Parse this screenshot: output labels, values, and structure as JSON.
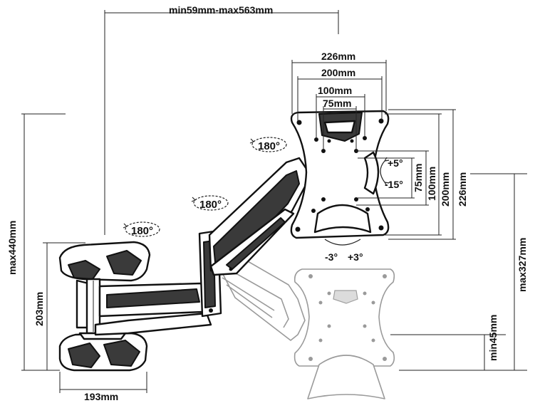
{
  "dimensions": {
    "reach": "min59mm-max563mm",
    "vesa_226": "226mm",
    "vesa_200": "200mm",
    "vesa_100": "100mm",
    "vesa_75": "75mm",
    "vesa_75_v": "75mm",
    "vesa_100_v": "100mm",
    "vesa_200_v": "200mm",
    "vesa_226_v": "226mm",
    "height_max440": "max440mm",
    "clamp_height": "203mm",
    "clamp_width": "193mm",
    "height_max327": "max327mm",
    "height_min45": "min45mm"
  },
  "rotations": {
    "base": "180°",
    "elbow": "180°",
    "head": "180°"
  },
  "tilt": {
    "up": "+5°",
    "down": "-15°"
  },
  "swivel": {
    "left": "-3°",
    "right": "+3°"
  }
}
